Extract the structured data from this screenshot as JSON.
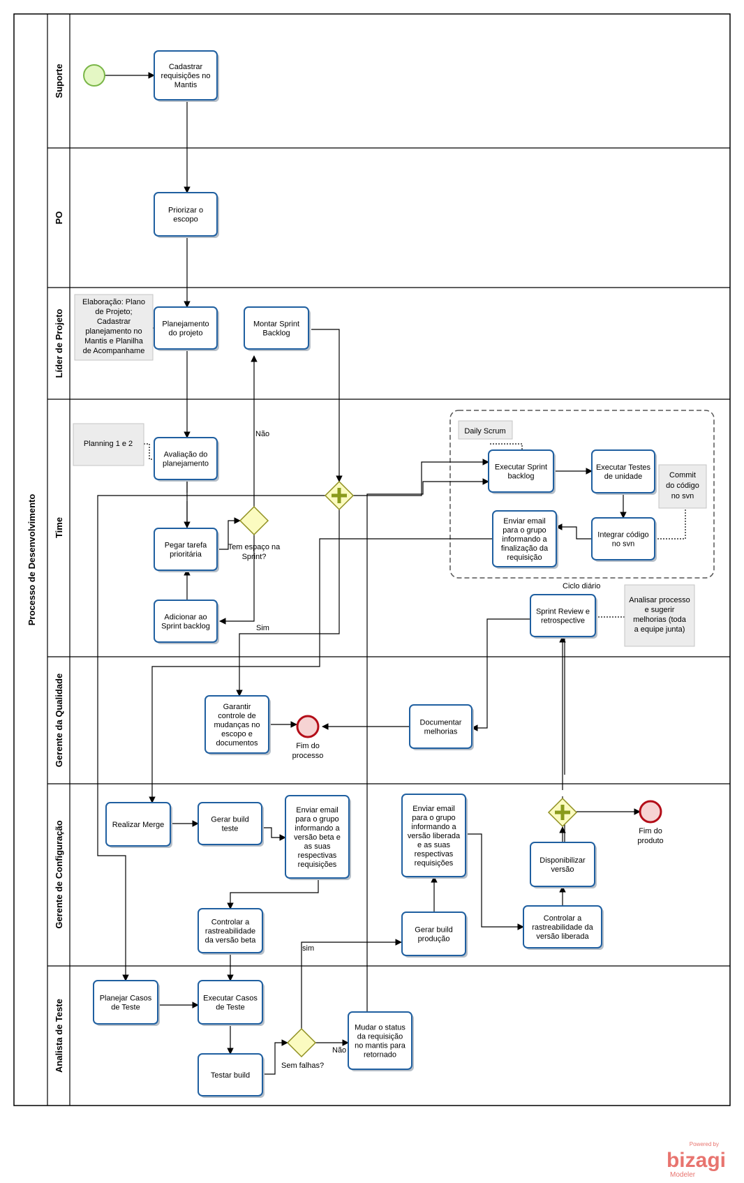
{
  "diagram": {
    "pool_title": "Processo de Desenvolvimento",
    "lanes": [
      "Suporte",
      "PO",
      "Líder de Projeto",
      "Time",
      "Gerente da Qualidade",
      "Gerente de Configuração",
      "Analista de Teste"
    ],
    "tasks": {
      "cadastrar": [
        "Cadastrar",
        "requisições no",
        "Mantis"
      ],
      "priorizar": [
        "Priorizar  o",
        "escopo"
      ],
      "planejamento": [
        "Planejamento",
        "do projeto"
      ],
      "montar": [
        "Montar Sprint",
        "Backlog"
      ],
      "avaliacao": [
        "Avaliação do",
        "planejamento"
      ],
      "pegar": [
        "Pegar tarefa",
        "prioritária"
      ],
      "adicionar": [
        "Adicionar ao",
        "Sprint backlog"
      ],
      "executar_sprint": [
        "Executar Sprint",
        "backlog"
      ],
      "executar_testes_unidade": [
        "Executar Testes",
        "de unidade"
      ],
      "integrar": [
        "Integrar código",
        "no svn"
      ],
      "enviar_email_req": [
        "Enviar email",
        "para o grupo",
        "informando a",
        "finalização da",
        "requisição"
      ],
      "sprint_review": [
        "Sprint Review e",
        "retrospective"
      ],
      "garantir": [
        "Garantir",
        "controle de",
        "mudanças no",
        "escopo e",
        "documentos"
      ],
      "documentar": [
        "Documentar",
        "melhorias"
      ],
      "realizar_merge": [
        "Realizar Merge"
      ],
      "gerar_build_teste": [
        "Gerar build",
        "teste"
      ],
      "enviar_email_beta": [
        "Enviar email",
        "para o grupo",
        "informando a",
        "versão beta e",
        "as suas",
        "respectivas",
        "requisições"
      ],
      "enviar_email_liberada": [
        "Enviar email",
        "para o grupo",
        "informando a",
        "versão liberada",
        "e as suas",
        "respectivas",
        "requisições"
      ],
      "disponibilizar": [
        "Disponibilizar",
        "versão"
      ],
      "controlar_liberada": [
        "Controlar a",
        "rastreabilidade da",
        "versão liberada"
      ],
      "controlar_beta": [
        "Controlar a",
        "rastreabilidade",
        "da versão beta"
      ],
      "gerar_build_producao": [
        "Gerar build",
        "produção"
      ],
      "planejar_casos": [
        "Planejar Casos",
        "de Teste"
      ],
      "executar_casos": [
        "Executar Casos",
        "de Teste"
      ],
      "testar_build": [
        "Testar build"
      ],
      "mudar_status": [
        "Mudar o status",
        "da requisição",
        "no mantis para",
        "retornado"
      ]
    },
    "annotations": {
      "elaboracao": [
        "Elaboração: Plano",
        "de Projeto;",
        "Cadastrar",
        "planejamento no",
        "Mantis e Planilha",
        "de Acompanhame"
      ],
      "planning": [
        "Planning 1 e 2"
      ],
      "daily": [
        "Daily Scrum"
      ],
      "commit": [
        "Commit",
        "do código",
        "no svn"
      ],
      "analisar": [
        "Analisar processo",
        "e sugerir",
        "melhorias  (toda",
        "a equipe junta)"
      ]
    },
    "gateways": {
      "tem_espaco": [
        "Tem espaço  na",
        "Sprint?"
      ],
      "sem_falhas": "Sem falhas?"
    },
    "flow_labels": {
      "nao_top": "Não",
      "sim_top": "Sim",
      "sim_bottom": "sim",
      "nao_bottom": "Não"
    },
    "group_label": "Ciclo diário",
    "end_events": {
      "fim_processo": [
        "Fim do",
        "processo"
      ],
      "fim_produto": [
        "Fim do",
        "produto"
      ]
    },
    "colors": {
      "task_border": "#1f5fa0",
      "start_fill": "#e4f7c4",
      "start_stroke": "#7ab648",
      "end_fill": "#f6d3d3",
      "end_stroke": "#b30d18",
      "gateway_fill": "#fbfbc0",
      "gateway_stroke": "#8f8f1f",
      "parallel_plus": "#8a9b1c",
      "brand": "#e8746f"
    }
  },
  "branding": {
    "powered_by": "Powered by",
    "name": "bizagi",
    "product": "Modeler"
  }
}
